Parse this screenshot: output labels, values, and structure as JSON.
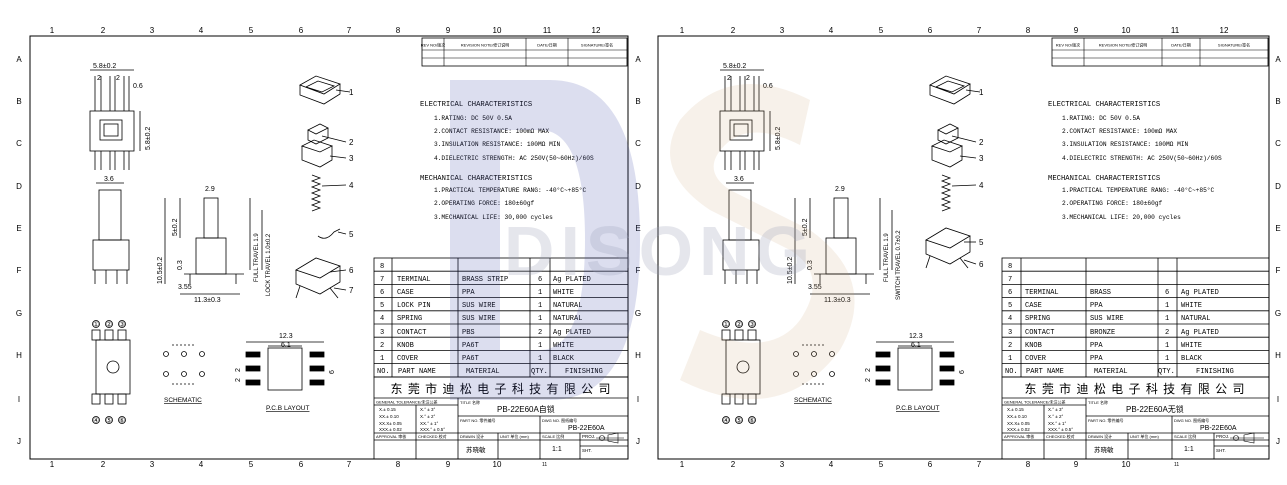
{
  "border": {
    "cols": [
      "1",
      "2",
      "3",
      "4",
      "5",
      "6",
      "7",
      "8",
      "9",
      "10",
      "11",
      "12"
    ],
    "rows": [
      "A",
      "B",
      "C",
      "D",
      "E",
      "F",
      "G",
      "H",
      "I",
      "J"
    ]
  },
  "revision_header": {
    "rev_no": "REV NO/版次",
    "revision_note": "REVISION NOTE/修订说明",
    "date": "DATE/日期",
    "signature": "SIGNATURE/签名"
  },
  "electrical": {
    "heading": "ELECTRICAL CHARACTERISTICS",
    "items": [
      "1.RATING: DC 50V 0.5A",
      "2.CONTACT RESISTANCE: 100mΩ MAX",
      "3.INSULATION RESISTANCE: 100MΩ MIN",
      "4.DIELECTRIC STRENGTH: AC 250V(50~60Hz)/60S"
    ]
  },
  "mechanical": {
    "heading": "MECHANICAL CHARACTERISTICS",
    "items": [
      "1.PRACTICAL TEMPERATURE RANG: -40°C~+85°C",
      "2.OPERATING FORCE: 180±60gf",
      "3.MECHANICAL LIFE: 20,000 cycles"
    ],
    "items_left_life": "3.MECHANICAL LIFE: 30,000 cycles"
  },
  "dimensions": {
    "width_top": "5.8±0.2",
    "d2a": "2",
    "d2b": "2",
    "d06": "0.6",
    "side": "5.8±0.2",
    "d36": "3.6",
    "d29": "2.9",
    "d5": "5±0.2",
    "d105": "10.5±0.2",
    "d03": "0.3",
    "d355": "3.55",
    "d113": "11.3±0.3",
    "full_travel": "FULL TRAVEL 1.9",
    "lock_travel": "LOCK TRAVEL 1.0±0.2",
    "switch_travel": "SWITCH TRAVEL 0.7±0.2",
    "pcb_w": "12.3",
    "pcb_w2": "6.1",
    "pcb_h1": "2",
    "pcb_h2": "2",
    "pcb_h3": "6"
  },
  "labels": {
    "schematic": "SCHEMATIC",
    "pcb_layout": "P.C.B LAYOUT",
    "callouts": [
      "1",
      "2",
      "3",
      "4",
      "5",
      "6",
      "7"
    ],
    "pin_numbers": [
      "①",
      "②",
      "③",
      "④",
      "⑤",
      "⑥"
    ]
  },
  "bom_header": {
    "no": "NO.",
    "part": "PART NAME",
    "material": "MATERIAL",
    "qty": "QTY.",
    "finish": "FINISHING"
  },
  "bom_left": [
    {
      "no": "8",
      "part": "",
      "material": "",
      "qty": "",
      "finish": ""
    },
    {
      "no": "7",
      "part": "TERMINAL",
      "material": "BRASS STRIP",
      "qty": "6",
      "finish": "Ag PLATED"
    },
    {
      "no": "6",
      "part": "CASE",
      "material": "PPA",
      "qty": "1",
      "finish": "WHITE"
    },
    {
      "no": "5",
      "part": "LOCK PIN",
      "material": "SUS WIRE",
      "qty": "1",
      "finish": "NATURAL"
    },
    {
      "no": "4",
      "part": "SPRING",
      "material": "SUS WIRE",
      "qty": "1",
      "finish": "NATURAL"
    },
    {
      "no": "3",
      "part": "CONTACT",
      "material": "PBS",
      "qty": "2",
      "finish": "Ag PLATED"
    },
    {
      "no": "2",
      "part": "KNOB",
      "material": "PA6T",
      "qty": "1",
      "finish": "WHITE"
    },
    {
      "no": "1",
      "part": "COVER",
      "material": "PA6T",
      "qty": "1",
      "finish": "BLACK"
    }
  ],
  "bom_right": [
    {
      "no": "8",
      "part": "",
      "material": "",
      "qty": "",
      "finish": ""
    },
    {
      "no": "7",
      "part": "",
      "material": "",
      "qty": "",
      "finish": ""
    },
    {
      "no": "6",
      "part": "TERMINAL",
      "material": "BRASS",
      "qty": "6",
      "finish": "Ag PLATED"
    },
    {
      "no": "5",
      "part": "CASE",
      "material": "PPA",
      "qty": "1",
      "finish": "WHITE"
    },
    {
      "no": "4",
      "part": "SPRING",
      "material": "SUS WIRE",
      "qty": "1",
      "finish": "NATURAL"
    },
    {
      "no": "3",
      "part": "CONTACT",
      "material": "BRONZE",
      "qty": "2",
      "finish": "Ag PLATED"
    },
    {
      "no": "2",
      "part": "KNOB",
      "material": "PPA",
      "qty": "1",
      "finish": "WHITE"
    },
    {
      "no": "1",
      "part": "COVER",
      "material": "PPA",
      "qty": "1",
      "finish": "BLACK"
    }
  ],
  "title_block": {
    "company": "东 莞 市 迪 松 电 子 科 技 有 限 公 司",
    "tolerance_head": "GENERAL TOLERANCE/未注公差",
    "tol_rows": [
      "X.± 0.15",
      "XX.± 0.10",
      "XX.X± 0.05",
      "XXX.± 0.02"
    ],
    "tol_angles": [
      "X.° ± 3°",
      "X.° ± 2°",
      "XX.° ± 1°",
      "XXX.° ± 0.5°"
    ],
    "approval": "APPROVAL 审核",
    "checked": "CHECKED 校对",
    "drawn": "DRAWN 设计",
    "drawn_by": "苏晓敏",
    "title_label": "TITLE 名称",
    "part_no_label": "PART NO. 零件编号",
    "dwg_no_label": "DWG NO. 图纸编号",
    "unit": "UNIT 单位 (mm)",
    "scale_label": "SCALE 比例",
    "scale": "1:1",
    "proj": "PROJ.",
    "sht": "SHT.",
    "sheet_no": "11",
    "left_title": "PB-22E60A自锁",
    "right_title": "PB-22E60A无锁",
    "dwg_no": "PB-22E60A"
  },
  "watermark": {
    "text": "DISONG",
    "color": "#3b4aa8"
  }
}
